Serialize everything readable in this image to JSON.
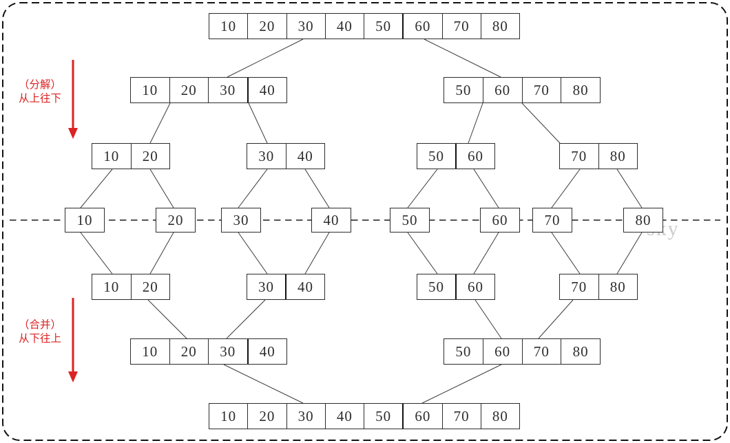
{
  "annotations": {
    "decompose_line1": "（分解）",
    "decompose_line2": "从上往下",
    "merge_line1": "（合并）",
    "merge_line2": "从下往上",
    "annotation_color": "#dc2222"
  },
  "watermark": "sky",
  "arrays": {
    "top": {
      "cells": [
        "10",
        "20",
        "30",
        "40",
        "50",
        "60",
        "70",
        "80"
      ]
    },
    "decompose_left4": {
      "cells": [
        "10",
        "20",
        "30",
        "40"
      ]
    },
    "decompose_right4": {
      "cells": [
        "50",
        "60",
        "70",
        "80"
      ]
    },
    "decompose_pair_10_20": {
      "cells": [
        "10",
        "20"
      ]
    },
    "decompose_pair_30_40": {
      "cells": [
        "30",
        "40"
      ]
    },
    "decompose_pair_50_60": {
      "cells": [
        "50",
        "60"
      ]
    },
    "decompose_pair_70_80": {
      "cells": [
        "70",
        "80"
      ]
    },
    "singles": {
      "cells": [
        "10",
        "20",
        "30",
        "40",
        "50",
        "60",
        "70",
        "80"
      ]
    },
    "merge_pair_10_20": {
      "cells": [
        "10",
        "20"
      ]
    },
    "merge_pair_30_40": {
      "cells": [
        "30",
        "40"
      ]
    },
    "merge_pair_50_60": {
      "cells": [
        "50",
        "60"
      ]
    },
    "merge_pair_70_80": {
      "cells": [
        "70",
        "80"
      ]
    },
    "merge_left4": {
      "cells": [
        "10",
        "20",
        "30",
        "40"
      ]
    },
    "merge_right4": {
      "cells": [
        "50",
        "60",
        "70",
        "80"
      ]
    },
    "bottom": {
      "cells": [
        "10",
        "20",
        "30",
        "40",
        "50",
        "60",
        "70",
        "80"
      ]
    }
  }
}
